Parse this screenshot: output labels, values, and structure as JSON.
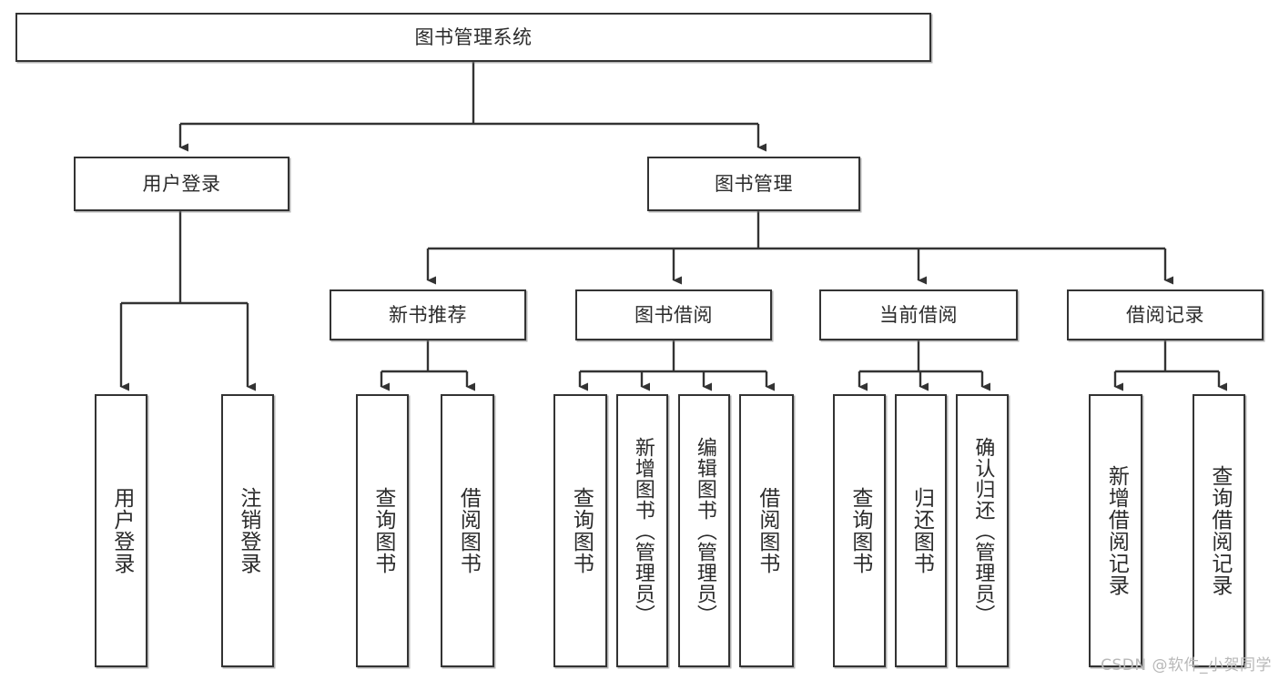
{
  "diagram": {
    "title": "图书管理系统",
    "watermark": "CSDN @软件_小贺同学",
    "colors": {
      "box_border": "#333333",
      "line": "#333333",
      "text": "#2b2b2b",
      "background": "#ffffff",
      "watermark": "#b8b8b8"
    },
    "root": {
      "label": "图书管理系统"
    },
    "level2": [
      {
        "label": "用户登录"
      },
      {
        "label": "图书管理"
      }
    ],
    "level3": [
      {
        "label": "新书推荐"
      },
      {
        "label": "图书借阅"
      },
      {
        "label": "当前借阅"
      },
      {
        "label": "借阅记录"
      }
    ],
    "leaves": {
      "user_login": [
        {
          "label": "用户登录"
        },
        {
          "label": "注销登录"
        }
      ],
      "new_book_recommend": [
        {
          "label": "查询图书"
        },
        {
          "label": "借阅图书"
        }
      ],
      "book_borrow": [
        {
          "label": "查询图书"
        },
        {
          "label": "新增图书（管理员）"
        },
        {
          "label": "编辑图书（管理员）"
        },
        {
          "label": "借阅图书"
        }
      ],
      "current_borrow": [
        {
          "label": "查询图书"
        },
        {
          "label": "归还图书"
        },
        {
          "label": "确认归还（管理员）"
        }
      ],
      "borrow_records": [
        {
          "label": "新增借阅记录"
        },
        {
          "label": "查询借阅记录"
        }
      ]
    }
  }
}
